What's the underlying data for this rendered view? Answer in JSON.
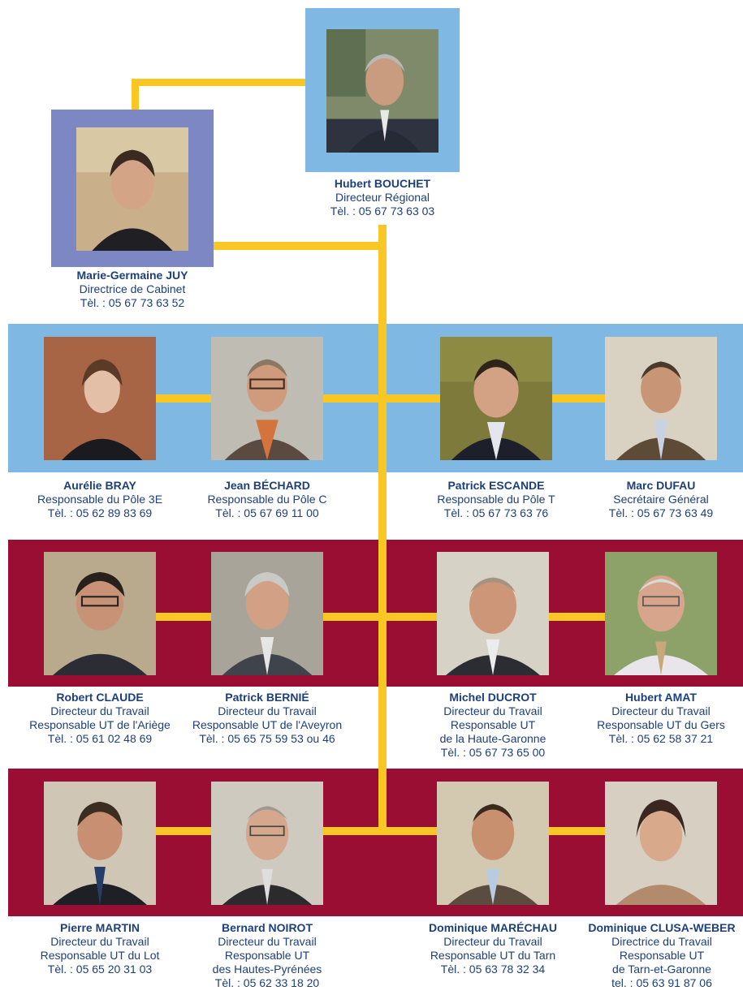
{
  "colors": {
    "blue_band": "#7fb8e2",
    "red_band": "#9b0e34",
    "connector": "#f9c723",
    "purple_frame": "#7d87c4",
    "text": "#1d3f7a"
  },
  "director": {
    "name": "Hubert BOUCHET",
    "lines": [
      "Directeur Régional",
      "Tèl. : 05 67 73 63 03"
    ]
  },
  "cabinet": {
    "name": "Marie-Germaine JUY",
    "lines": [
      "Directrice de Cabinet",
      "Tèl. : 05 67 73 63 52"
    ]
  },
  "poles": [
    {
      "name": "Aurélie BRAY",
      "lines": [
        "Responsable du Pôle 3E",
        "Tèl. : 05 62 89 83 69"
      ]
    },
    {
      "name": "Jean BÉCHARD",
      "lines": [
        "Responsable du Pôle C",
        "Tèl. : 05 67 69 11 00"
      ]
    },
    {
      "name": "Patrick ESCANDE",
      "lines": [
        "Responsable du Pôle T",
        "Tèl. : 05 67 73 63 76"
      ]
    },
    {
      "name": "Marc DUFAU",
      "lines": [
        "Secrétaire Général",
        "Tèl. : 05 67 73 63 49"
      ]
    }
  ],
  "ut_row1": [
    {
      "name": "Robert CLAUDE",
      "lines": [
        "Directeur du Travail",
        "Responsable UT de l'Ariège",
        "Tèl. : 05 61 02 48 69"
      ]
    },
    {
      "name": "Patrick BERNIÉ",
      "lines": [
        "Directeur du Travail",
        "Responsable UT de l'Aveyron",
        "Tèl. : 05 65 75 59 53 ou 46"
      ]
    },
    {
      "name": "Michel DUCROT",
      "lines": [
        "Directeur du Travail",
        "Responsable UT",
        "de la Haute-Garonne",
        "Tèl. : 05 67 73 65 00"
      ]
    },
    {
      "name": "Hubert AMAT",
      "lines": [
        "Directeur du Travail",
        "Responsable UT du Gers",
        "Tèl. : 05 62 58 37 21"
      ]
    }
  ],
  "ut_row2": [
    {
      "name": "Pierre MARTIN",
      "lines": [
        "Directeur du Travail",
        "Responsable UT du Lot",
        "Tèl. : 05 65 20 31 03"
      ]
    },
    {
      "name": "Bernard NOIROT",
      "lines": [
        "Directeur du Travail",
        "Responsable UT",
        "des Hautes-Pyrénées",
        "Tèl. : 05 62 33 18 20"
      ]
    },
    {
      "name": "Dominique MARÉCHAU",
      "lines": [
        "Directeur du Travail",
        "Responsable UT du Tarn",
        "Tèl. : 05 63 78 32 34"
      ]
    },
    {
      "name": "Dominique CLUSA-WEBER",
      "lines": [
        "Directrice du Travail",
        "Responsable UT",
        "de Tarn-et-Garonne",
        "tel. : 05 63 91 87 06"
      ]
    }
  ]
}
